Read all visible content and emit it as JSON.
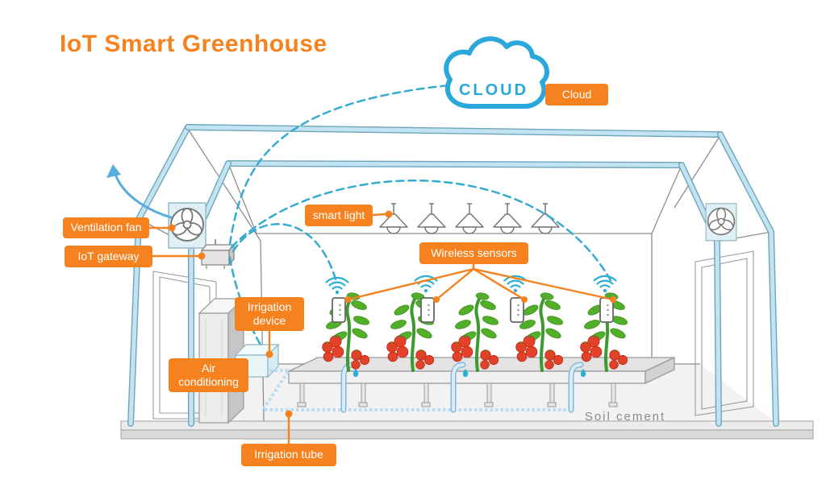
{
  "title": "IoT Smart Greenhouse",
  "cloud": {
    "icon_text": "CLOUD",
    "label": "Cloud"
  },
  "labels": {
    "ventilation_fan": "Ventilation fan",
    "iot_gateway": "IoT gateway",
    "smart_light": "smart light",
    "wireless_sensors": "Wireless sensors",
    "irrigation_device": "Irrigation device",
    "air_conditioning": "Air conditioning",
    "irrigation_tube": "Irrigation tube"
  },
  "annotations": {
    "soil_cement": "Soil cement"
  },
  "components": {
    "ventilation_fans": 2,
    "smart_lights": 5,
    "wireless_sensors": 4,
    "tomato_plants": 5,
    "iot_gateways": 1,
    "irrigation_devices": 1,
    "air_conditioners": 1
  },
  "colors": {
    "accent_orange": "#F5821F",
    "cloud_blue": "#2AA7DB",
    "frame_teal": "#C2E3F2",
    "frame_edge": "#6FA5BC",
    "link_dash": "#35ACCF",
    "irrigation_blue": "#B8DDF5",
    "tomato_red": "#E2422A",
    "leaf_green": "#52AF2A",
    "soil_text_gray": "#8A8A8A"
  }
}
